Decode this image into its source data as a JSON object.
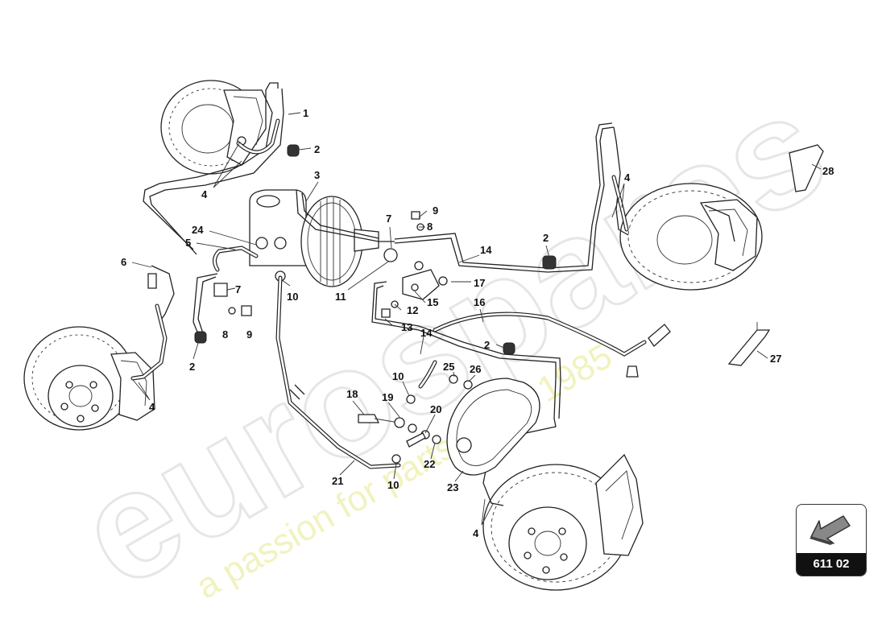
{
  "watermark": {
    "brand": "eurospares",
    "tagline": "a passion for parts since 1985"
  },
  "reference": {
    "code": "611 02",
    "icon": "arrow-left-down-icon"
  },
  "callouts": [
    {
      "id": "c1",
      "label": "1"
    },
    {
      "id": "c2a",
      "label": "2"
    },
    {
      "id": "c3",
      "label": "3"
    },
    {
      "id": "c4a",
      "label": "4"
    },
    {
      "id": "c24",
      "label": "24"
    },
    {
      "id": "c5",
      "label": "5"
    },
    {
      "id": "c6",
      "label": "6"
    },
    {
      "id": "c7a",
      "label": "7"
    },
    {
      "id": "c8a",
      "label": "8"
    },
    {
      "id": "c9a",
      "label": "9"
    },
    {
      "id": "c2b",
      "label": "2"
    },
    {
      "id": "c4b",
      "label": "4"
    },
    {
      "id": "c10a",
      "label": "10"
    },
    {
      "id": "c7b",
      "label": "7"
    },
    {
      "id": "c9b",
      "label": "9"
    },
    {
      "id": "c8b",
      "label": "8"
    },
    {
      "id": "c11",
      "label": "11"
    },
    {
      "id": "c12",
      "label": "12"
    },
    {
      "id": "c15",
      "label": "15"
    },
    {
      "id": "c13",
      "label": "13"
    },
    {
      "id": "c14a",
      "label": "14"
    },
    {
      "id": "c17",
      "label": "17"
    },
    {
      "id": "c16",
      "label": "16"
    },
    {
      "id": "c2c",
      "label": "2"
    },
    {
      "id": "c4c",
      "label": "4"
    },
    {
      "id": "c28",
      "label": "28"
    },
    {
      "id": "c14b",
      "label": "14"
    },
    {
      "id": "c2d",
      "label": "2"
    },
    {
      "id": "c27",
      "label": "27"
    },
    {
      "id": "c10b",
      "label": "10"
    },
    {
      "id": "c25",
      "label": "25"
    },
    {
      "id": "c26",
      "label": "26"
    },
    {
      "id": "c18",
      "label": "18"
    },
    {
      "id": "c19",
      "label": "19"
    },
    {
      "id": "c20",
      "label": "20"
    },
    {
      "id": "c22",
      "label": "22"
    },
    {
      "id": "c21",
      "label": "21"
    },
    {
      "id": "c10c",
      "label": "10"
    },
    {
      "id": "c23",
      "label": "23"
    },
    {
      "id": "c4d",
      "label": "4"
    }
  ]
}
